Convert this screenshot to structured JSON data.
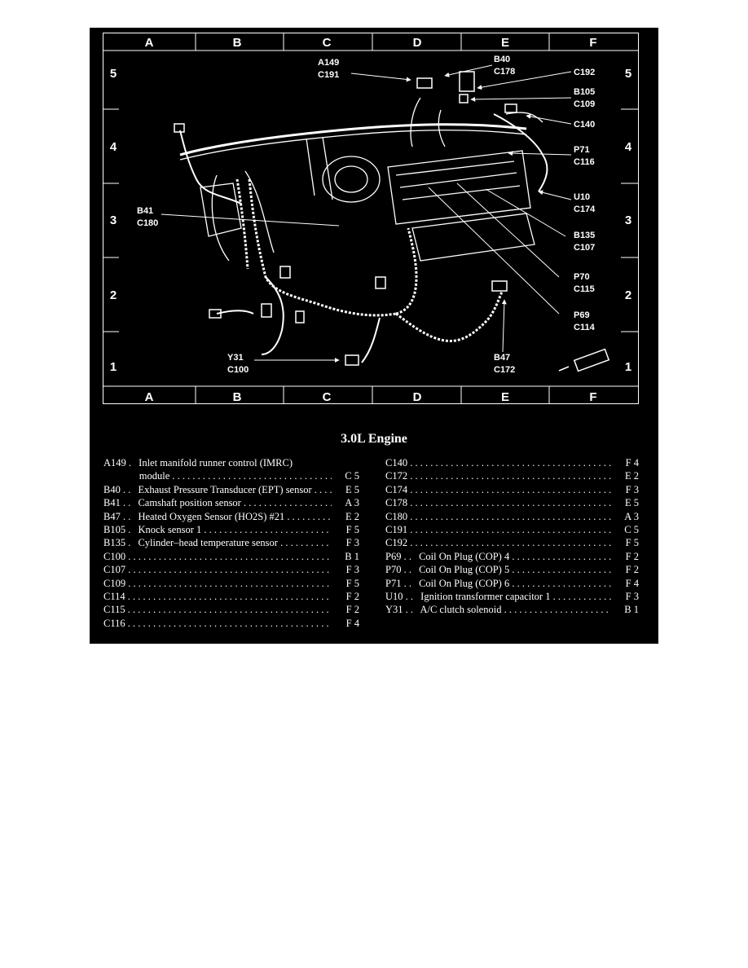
{
  "grid": {
    "columns": [
      "A",
      "B",
      "C",
      "D",
      "E",
      "F"
    ],
    "rows": [
      "5",
      "4",
      "3",
      "2",
      "1"
    ]
  },
  "callouts": {
    "a149": "A149",
    "c191": "C191",
    "b40": "B40",
    "c178": "C178",
    "c192": "C192",
    "b105": "B105",
    "c109": "C109",
    "c140": "C140",
    "p71": "P71",
    "c116": "C116",
    "u10": "U10",
    "c174": "C174",
    "b135": "B135",
    "c107": "C107",
    "p70": "P70",
    "c115": "C115",
    "p69": "P69",
    "c114": "C114",
    "b41": "B41",
    "c180": "C180",
    "y31": "Y31",
    "c100": "C100",
    "b47": "B47",
    "c172": "C172"
  },
  "title": "3.0L Engine",
  "legend_left": [
    {
      "code": "A149 .",
      "desc": "Inlet manifold runner control (IMRC)",
      "loc": ""
    },
    {
      "code": "",
      "desc": "module",
      "loc": "C 5"
    },
    {
      "code": "B40 . .",
      "desc": "Exhaust Pressure Transducer (EPT) sensor",
      "loc": "E 5"
    },
    {
      "code": "B41 . .",
      "desc": "Camshaft position sensor",
      "loc": "A 3"
    },
    {
      "code": "B47 . .",
      "desc": "Heated Oxygen Sensor (HO2S) #21",
      "loc": "E 2"
    },
    {
      "code": "B105 .",
      "desc": "Knock sensor 1",
      "loc": "F 5"
    },
    {
      "code": "B135 .",
      "desc": "Cylinder–head temperature sensor",
      "loc": "F 3"
    },
    {
      "code": "C100",
      "desc": "",
      "loc": "B 1"
    },
    {
      "code": "C107",
      "desc": "",
      "loc": "F 3"
    },
    {
      "code": "C109",
      "desc": "",
      "loc": "F 5"
    },
    {
      "code": "C114",
      "desc": "",
      "loc": "F 2"
    },
    {
      "code": "C115",
      "desc": "",
      "loc": "F 2"
    },
    {
      "code": "C116",
      "desc": "",
      "loc": "F 4"
    }
  ],
  "legend_right": [
    {
      "code": "C140",
      "desc": "",
      "loc": "F 4"
    },
    {
      "code": "C172",
      "desc": "",
      "loc": "E 2"
    },
    {
      "code": "C174",
      "desc": "",
      "loc": "F 3"
    },
    {
      "code": "C178",
      "desc": "",
      "loc": "E 5"
    },
    {
      "code": "C180",
      "desc": "",
      "loc": "A 3"
    },
    {
      "code": "C191",
      "desc": "",
      "loc": "C 5"
    },
    {
      "code": "C192",
      "desc": "",
      "loc": "F 5"
    },
    {
      "code": "P69 . .",
      "desc": "Coil On Plug (COP) 4",
      "loc": "F 2"
    },
    {
      "code": "P70 . .",
      "desc": "Coil On Plug (COP) 5",
      "loc": "F 2"
    },
    {
      "code": "P71 . .",
      "desc": "Coil On Plug (COP) 6",
      "loc": "F 4"
    },
    {
      "code": "U10 . .",
      "desc": "Ignition transformer capacitor 1",
      "loc": "F 3"
    },
    {
      "code": "Y31 . .",
      "desc": "A/C clutch solenoid",
      "loc": "B 1"
    }
  ]
}
